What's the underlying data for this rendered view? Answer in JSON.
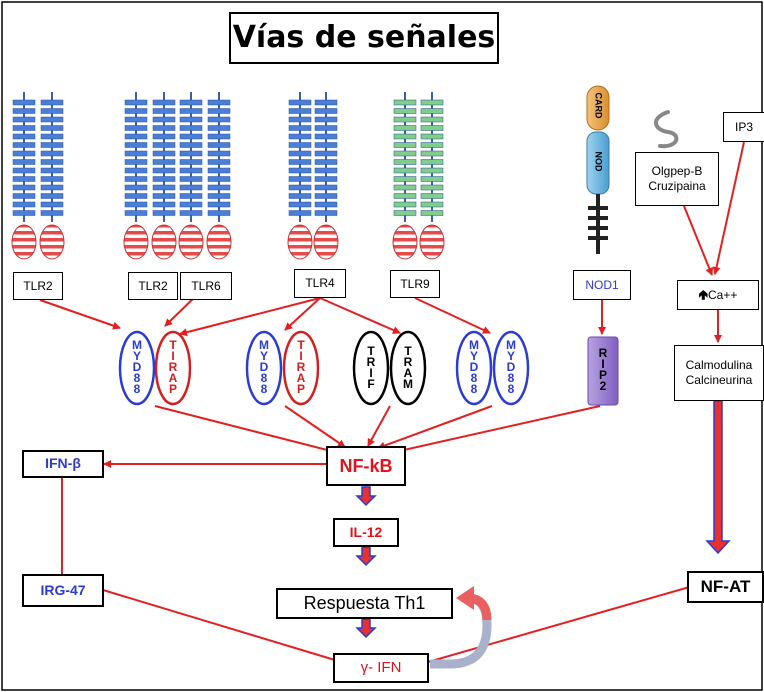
{
  "title": "Vías de señales",
  "receptors": {
    "tlr2": "TLR2",
    "tlr2b": "TLR2",
    "tlr6": "TLR6",
    "tlr4": "TLR4",
    "tlr9": "TLR9",
    "nod1": "NOD1"
  },
  "nod_domains": {
    "card": "CARD",
    "nod": "NOD"
  },
  "adaptors": {
    "myd88": "M\nY\nD\n8\n8",
    "tirap": "T\nI\nR\nA\nP",
    "trif": "T\nR\nI\nF",
    "tram": "T\nR\nA\nM",
    "rip2": "R\nI\nP\n2"
  },
  "ca_pathway": {
    "ip3": "IP3",
    "olgpep": "Olgpep-B\nCruzipaina",
    "ca": "Ca++",
    "calmodulina": "Calmodulina\nCalcineurina",
    "nfat": "NF-AT"
  },
  "outputs": {
    "nfkb": "NF-kB",
    "il12": "IL-12",
    "ifnb": "IFN-β",
    "irg47": "IRG-47",
    "th1": "Respuesta Th1",
    "gifn": "γ- IFN"
  },
  "colors": {
    "arrow_red": "#e32020",
    "myd88_blue": "#2b3bd6",
    "tirap_red": "#d22020",
    "tlr_blue": "#4a7fd8",
    "tlr9_green": "#7fcf8a",
    "rip2_purple": "#9b7fd0"
  }
}
